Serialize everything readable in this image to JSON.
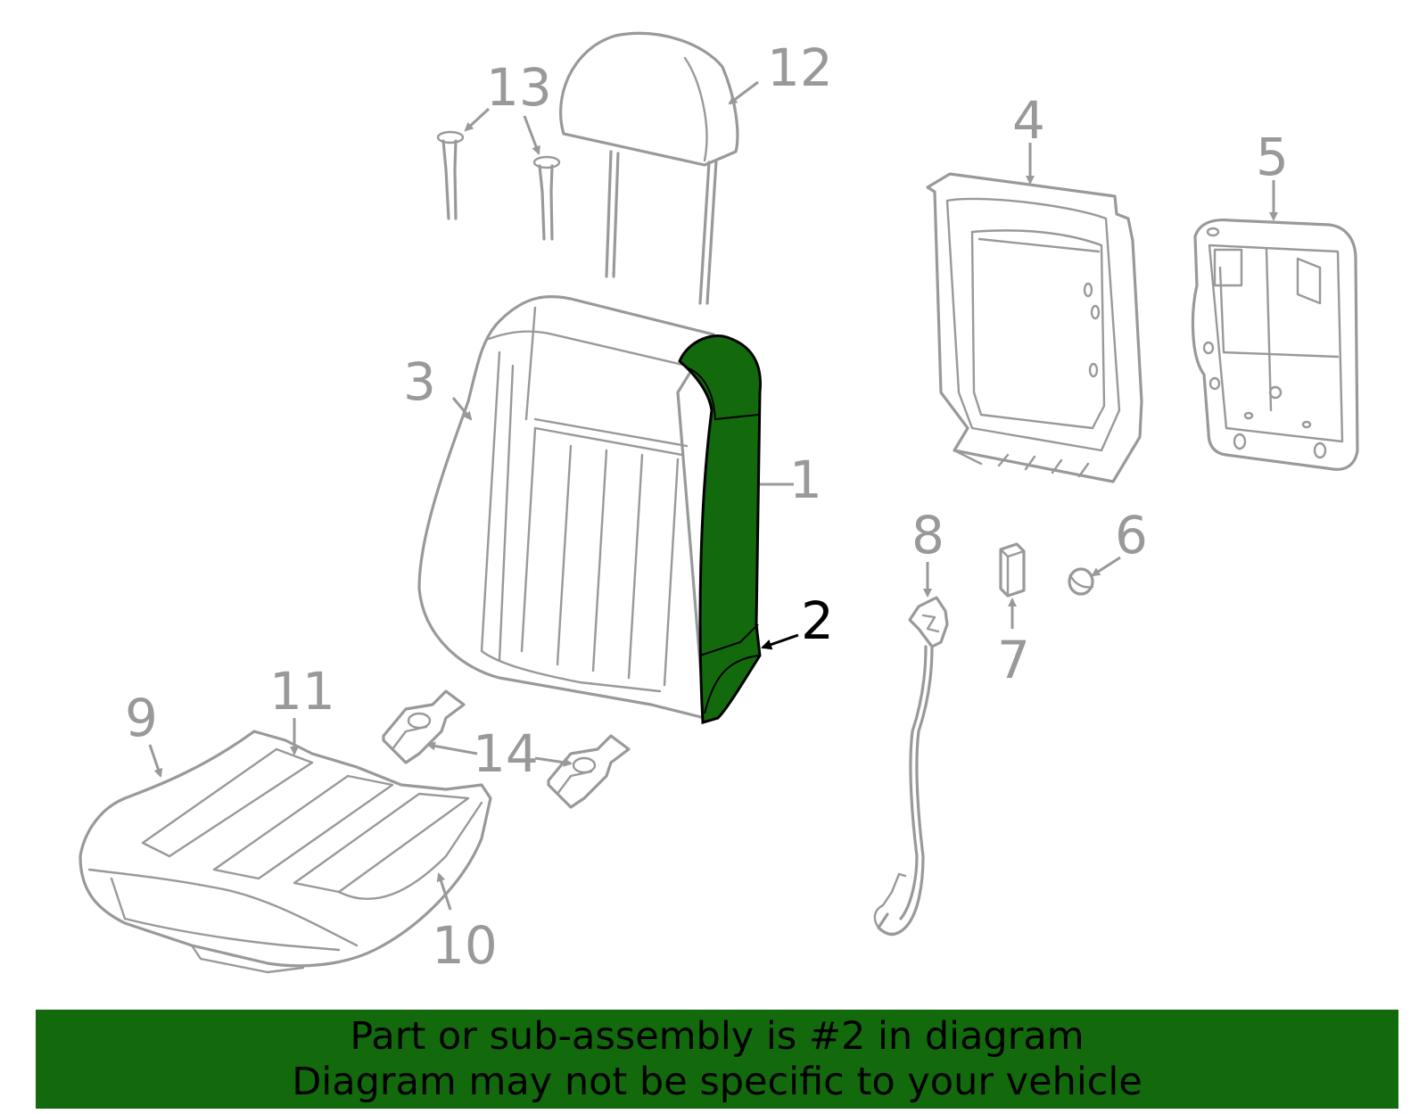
{
  "diagram": {
    "highlight_color": "#136a0d",
    "line_color": "#999999",
    "highlighted_part": "2",
    "callouts": [
      {
        "id": "1",
        "label": "1"
      },
      {
        "id": "2",
        "label": "2"
      },
      {
        "id": "3",
        "label": "3"
      },
      {
        "id": "4",
        "label": "4"
      },
      {
        "id": "5",
        "label": "5"
      },
      {
        "id": "6",
        "label": "6"
      },
      {
        "id": "7",
        "label": "7"
      },
      {
        "id": "8",
        "label": "8"
      },
      {
        "id": "9",
        "label": "9"
      },
      {
        "id": "10",
        "label": "10"
      },
      {
        "id": "11",
        "label": "11"
      },
      {
        "id": "12",
        "label": "12"
      },
      {
        "id": "13",
        "label": "13"
      },
      {
        "id": "14",
        "label": "14"
      }
    ]
  },
  "banner": {
    "background": "#136a0d",
    "line1": "Part or sub-assembly is #2 in diagram",
    "line2": "Diagram may not be specific to your vehicle"
  }
}
